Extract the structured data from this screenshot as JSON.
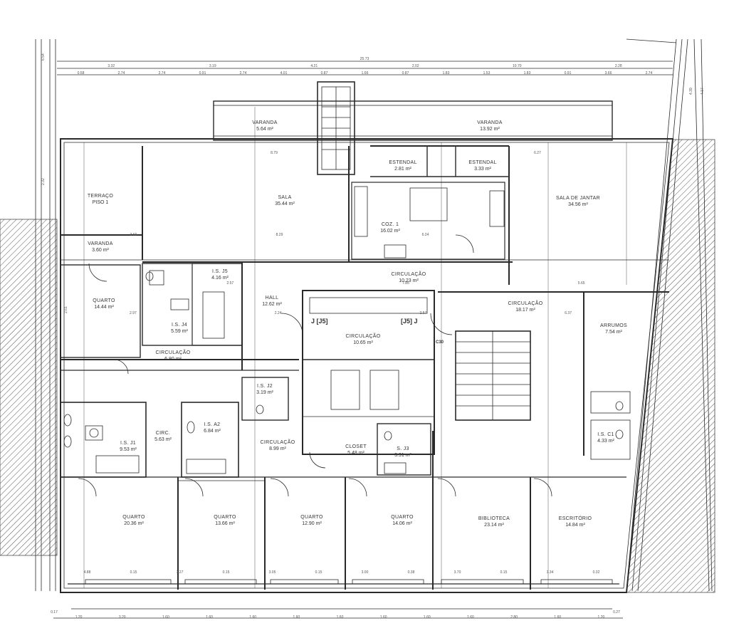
{
  "rooms": {
    "varanda_1": {
      "name": "VARANDA",
      "area": "5.64 m²"
    },
    "varanda_2": {
      "name": "VARANDA",
      "area": "13.92 m²"
    },
    "terraco": {
      "name": "TERRAÇO",
      "sub": "PISO 1"
    },
    "varanda_3": {
      "name": "VARANDA",
      "area": "3.60 m²"
    },
    "sala": {
      "name": "SALA",
      "area": "35.44 m²"
    },
    "estendal_1": {
      "name": "ESTENDAL",
      "area": "2.81 m²"
    },
    "estendal_2": {
      "name": "ESTENDAL",
      "area": "3.33 m²"
    },
    "sala_jantar": {
      "name": "SALA DE JANTAR",
      "area": "34.56 m²"
    },
    "coz": {
      "name": "COZ. 1",
      "area": "16.02 m²"
    },
    "circ_1": {
      "name": "CIRCULAÇÃO",
      "area": "10.23 m²"
    },
    "quarto_nw": {
      "name": "QUARTO",
      "area": "14.44 m²"
    },
    "is_j5": {
      "name": "I.S. J5",
      "area": "4.16 m²"
    },
    "hall": {
      "name": "HALL",
      "area": "12.62 m²"
    },
    "is_j4": {
      "name": "I.S. J4",
      "area": "5.59 m²"
    },
    "circ_2": {
      "name": "CIRCULAÇÃO",
      "area": "6.80 m²"
    },
    "circ_3": {
      "name": "CIRCULAÇÃO",
      "area": "10.65 m²"
    },
    "circ_4": {
      "name": "CIRCULAÇÃO",
      "area": "18.17 m²"
    },
    "arrumos": {
      "name": "ARRUMOS",
      "area": "7.54 m²"
    },
    "is_j2": {
      "name": "I.S. J2",
      "area": "3.19 m²"
    },
    "is_a2": {
      "name": "I.S. A2",
      "area": "6.84 m²"
    },
    "circ_small": {
      "name": "CIRC.",
      "area": "5.63 m²"
    },
    "is_j1": {
      "name": "I.S. J1",
      "area": "9.53 m²"
    },
    "circ_5": {
      "name": "CIRCULAÇÃO",
      "area": "8.99 m²"
    },
    "closet": {
      "name": "CLOSET",
      "area": "5.48 m²"
    },
    "s_j3": {
      "name": "S. J3",
      "area": "3.91 m²"
    },
    "is_c1": {
      "name": "I.S. C1",
      "area": "4.33 m²"
    },
    "quarto_1": {
      "name": "QUARTO",
      "area": "20.36 m²"
    },
    "quarto_2": {
      "name": "QUARTO",
      "area": "13.66 m²"
    },
    "quarto_3": {
      "name": "QUARTO",
      "area": "12.90 m²"
    },
    "quarto_4": {
      "name": "QUARTO",
      "area": "14.06 m²"
    },
    "biblioteca": {
      "name": "BIBLIOTECA",
      "area": "23.14 m²"
    },
    "escritorio": {
      "name": "ESCRITÓRIO",
      "area": "14.84 m²"
    }
  },
  "tags": {
    "j5_left": "J [J5]",
    "j5_right": "[J5] J",
    "c30": "C30"
  },
  "dims": {
    "overall": "25.73",
    "top_row_1": [
      "3.32",
      "3.19",
      "4.21",
      "2.02",
      "10.70",
      "2.28"
    ],
    "top_row_2": [
      "0.58",
      "2.74",
      "2.74",
      "0.91",
      "2.74",
      "4.01",
      "0.87",
      "1.66",
      "0.87",
      "1.83",
      "1.53",
      "1.83",
      "0.91",
      "3.66",
      "2.74"
    ],
    "bottom_row": [
      "1.20",
      "3.20",
      "1.60",
      "1.60",
      "1.60",
      "1.60",
      "1.60",
      "1.60",
      "1.60",
      "1.60",
      "2.80",
      "1.60",
      "1.20"
    ],
    "bottom_walls": [
      "4.88",
      "0.15",
      "3.27",
      "0.15",
      "3.05",
      "0.15",
      "3.00",
      "0.38",
      "3.70",
      "0.15",
      "3.34",
      "0.32"
    ],
    "mid_1": [
      "8.79",
      "6.27"
    ],
    "mid_2": [
      "3.66",
      "8.29",
      "6.24"
    ],
    "mid_3": [
      "2.57",
      "7.85",
      "5.65"
    ],
    "mid_4": [
      "2.97",
      "2.24",
      "2.57",
      "6.37"
    ],
    "left_side": [
      "6.54",
      "2.32",
      "2.61"
    ],
    "right_side": [
      "4.39",
      "4.17"
    ],
    "corner_l": "0.17",
    "corner_r": "0.27"
  },
  "colors": {
    "line": "#2a2a2a",
    "hatch": "#555555",
    "text": "#333333",
    "bg": "#ffffff"
  }
}
